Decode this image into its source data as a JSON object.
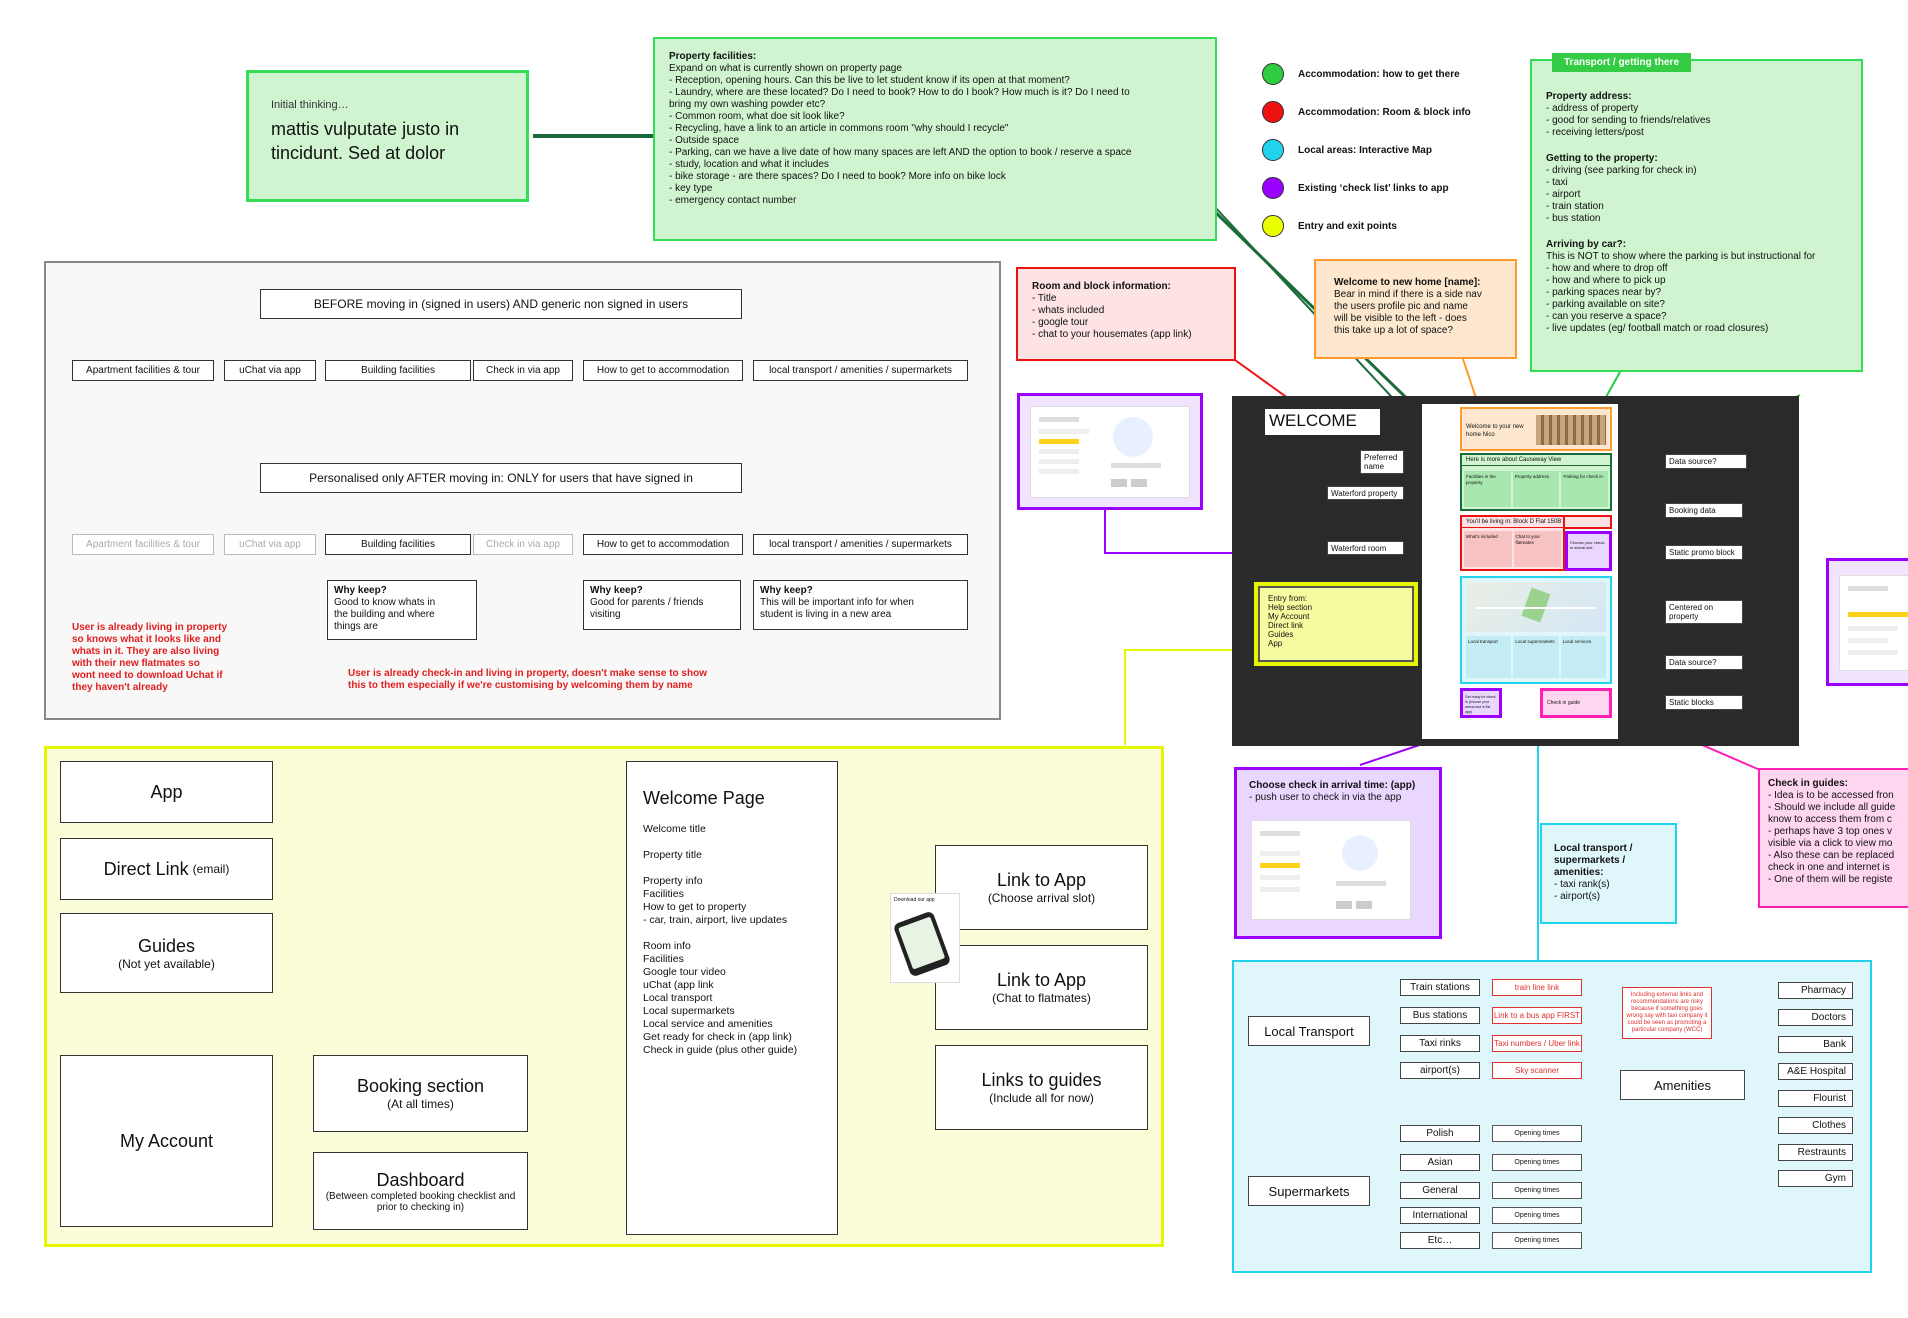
{
  "initial": {
    "head": "Initial thinking…",
    "body": "mattis vulputate justo in tincidunt. Sed at dolor"
  },
  "facilities": {
    "title": "Property facilities:",
    "lines": [
      "Expand on what is currently shown on property page",
      "- Reception, opening hours. Can this be live to let student know if its open at that moment?",
      "- Laundry, where are these located? Do I need to book? How to do I book? How much is it? Do I need to",
      "bring my own washing powder etc?",
      "- Common room, what doe sit look like?",
      "- Recycling, have a link to an article in commons room \"why should I recycle\"",
      "- Outside space",
      "- Parking, can we have a live date of how many spaces are left AND the option to book / reserve a space",
      "- study, location and what it includes",
      "- bike storage - are there spaces? Do I need to book? More info on bike lock",
      "- key type",
      "- emergency contact number"
    ]
  },
  "legend": [
    {
      "label": "Accommodation: how to get there",
      "color": "#2ecc40"
    },
    {
      "label": "Accommodation: Room & block info",
      "color": "#ee1111"
    },
    {
      "label": "Local areas: Interactive Map",
      "color": "#22d3ee"
    },
    {
      "label": "Existing ‘check list’ links to app",
      "color": "#9b00ff"
    },
    {
      "label": "Entry and exit points",
      "color": "#eaff00"
    }
  ],
  "transport_note": {
    "tab": "Transport / getting there",
    "sections": [
      {
        "title": "Property address:",
        "lines": [
          "- address of property",
          "- good for sending to friends/relatives",
          "- receiving letters/post"
        ]
      },
      {
        "title": "Getting to the property:",
        "lines": [
          "- driving (see parking for check in)",
          "- taxi",
          "- airport",
          "- train station",
          "- bus station"
        ]
      },
      {
        "title": "Arriving by car?:",
        "lines": [
          "This is NOT to show where the parking is but instructional for",
          "- how and where to drop off",
          "- how and where to pick up",
          "- parking spaces near by?",
          "- parking available on site?",
          "- can you reserve a space?",
          "- live updates (eg/ football match or road closures)"
        ]
      }
    ]
  },
  "room_note": {
    "title": "Room and block information:",
    "lines": [
      "- Title",
      "- whats included",
      "- google tour",
      "- chat to your housemates (app link)"
    ]
  },
  "welcome_note": {
    "title": "Welcome to new home [name]:",
    "lines": [
      "Bear in mind if there is a side nav",
      "the users profile pic and name",
      "will be visible to the left - does",
      "this take up a lot of space?"
    ]
  },
  "before": {
    "title": "BEFORE moving in (signed in users) AND generic non signed in users",
    "items": [
      "Apartment facilities & tour",
      "uChat via app",
      "Building facilities",
      "Check in via app",
      "How to get to accommodation",
      "local transport / amenities / supermarkets"
    ]
  },
  "after": {
    "title": "Personalised only AFTER moving in: ONLY for users that have signed in",
    "items": [
      "Apartment facilities & tour",
      "uChat via app",
      "Building facilities",
      "Check in via app",
      "How to get to accommodation",
      "local transport / amenities / supermarkets"
    ],
    "keep1": {
      "title": "Why keep?",
      "lines": [
        "Good to know whats in",
        "the building and where",
        "things are"
      ]
    },
    "keep2": {
      "title": "Why keep?",
      "lines": [
        "Good for parents / friends",
        "visiting"
      ]
    },
    "keep3": {
      "title": "Why keep?",
      "lines": [
        "This will be important info for when",
        "student is living in a new area"
      ]
    },
    "red1": [
      "User is already living in property",
      "so knows what it looks like and",
      "whats in it. They are also living",
      "with their new flatmates so",
      "wont need to download Uchat if",
      "they haven't already"
    ],
    "red2": [
      "User is already check-in and living in property, doesn't make sense to show",
      "this to them especially if we're customising by welcoming them by name"
    ]
  },
  "flow": {
    "app": "App",
    "direct": "Direct Link",
    "direct_sub": "(email)",
    "guides": "Guides",
    "guides_sub": "(Not yet available)",
    "myaccount": "My Account",
    "booking": "Booking section",
    "booking_sub": "(At all times)",
    "dashboard": "Dashboard",
    "dashboard_sub": "(Between completed booking checklist and prior to checking in)",
    "welcome_title": "Welcome Page",
    "welcome_lines": [
      "Welcome title",
      "",
      "Property title",
      "",
      "Property info",
      "Facilities",
      "How to get to property",
      "- car, train, airport, live updates",
      "",
      "Room info",
      "Facilities",
      "Google tour video",
      "uChat (app link",
      "Local transport",
      "Local supermarkets",
      "Local service and amenities",
      "Get ready for check in (app link)",
      "Check in guide (plus other guide)"
    ],
    "link1": "Link to App",
    "link1_sub": "(Choose arrival slot)",
    "link2": "Link to App",
    "link2_sub": "(Chat to flatmates)",
    "link3": "Links to guides",
    "link3_sub": "(Include all for now)",
    "phone_label": "Download our app"
  },
  "wire": {
    "welcome": "WELCOME",
    "header_text": "Welcome to your new home Nico",
    "about": "Here is more about Causeway View",
    "living": "You'll be living in: Block D Flat 150B",
    "labels_left": [
      "Preferred name",
      "Waterford property data",
      "Waterford room data"
    ],
    "labels_right": [
      "Data source?",
      "Booking data",
      "Static promo block",
      "Centered on property",
      "Data source?",
      "Static blocks"
    ],
    "entry_title": "Entry from:",
    "entry_lines": [
      "Help section",
      "My Account",
      "Direct link",
      "Guides",
      "App"
    ],
    "prop_cells": [
      "Facilities in the property",
      "Property address",
      "Parking for check in"
    ],
    "room_cells": [
      "What's included",
      "Chat to your flatmates",
      "Choose your check-in arrival slot"
    ],
    "map_cells": [
      "Local transport",
      "Local supermarkets",
      "Local services"
    ],
    "bottom_cells": [
      "Get ready for check in (choose your arrival slot in the app)",
      "Check in guide"
    ]
  },
  "checkin_note": {
    "title": "Choose check in arrival time: (app)",
    "lines": [
      "- push user to check in via the app"
    ]
  },
  "guides_note": {
    "title": "Check in guides:",
    "lines": [
      "- Idea is to be accessed fron",
      "- Should we include all guide",
      "know to access them from c",
      "- perhaps have 3 top ones v",
      "visible via a click to view mo",
      "- Also these can be replaced",
      "check in one and internet is",
      "- One of them will be registe"
    ]
  },
  "local_note": {
    "title": "Local transport / supermarkets / amenities:",
    "lines": [
      "- taxi rank(s)",
      "- airport(s)"
    ]
  },
  "map": {
    "transport": "Local Transport",
    "transport_items": [
      "Train stations",
      "Bus stations",
      "Taxi rinks",
      "airport(s)"
    ],
    "transport_links": [
      "train line link",
      "Link to a bus app FIRST",
      "Taxi numbers / Uber link",
      "Sky scanner"
    ],
    "transport_note": "Including external links and recommendations are risky because if something goes wrong say with taxi company it could be seen as promoting a particular company (WCC)",
    "supermarkets": "Supermarkets",
    "super_items": [
      "Polish",
      "Asian",
      "General",
      "International",
      "Etc…"
    ],
    "opening": "Opening times",
    "amenities": "Amenities",
    "amen_items": [
      "Pharmacy",
      "Doctors",
      "Bank",
      "A&E Hospital",
      "Flourist",
      "Clothes",
      "Restraunts",
      "Gym"
    ]
  }
}
